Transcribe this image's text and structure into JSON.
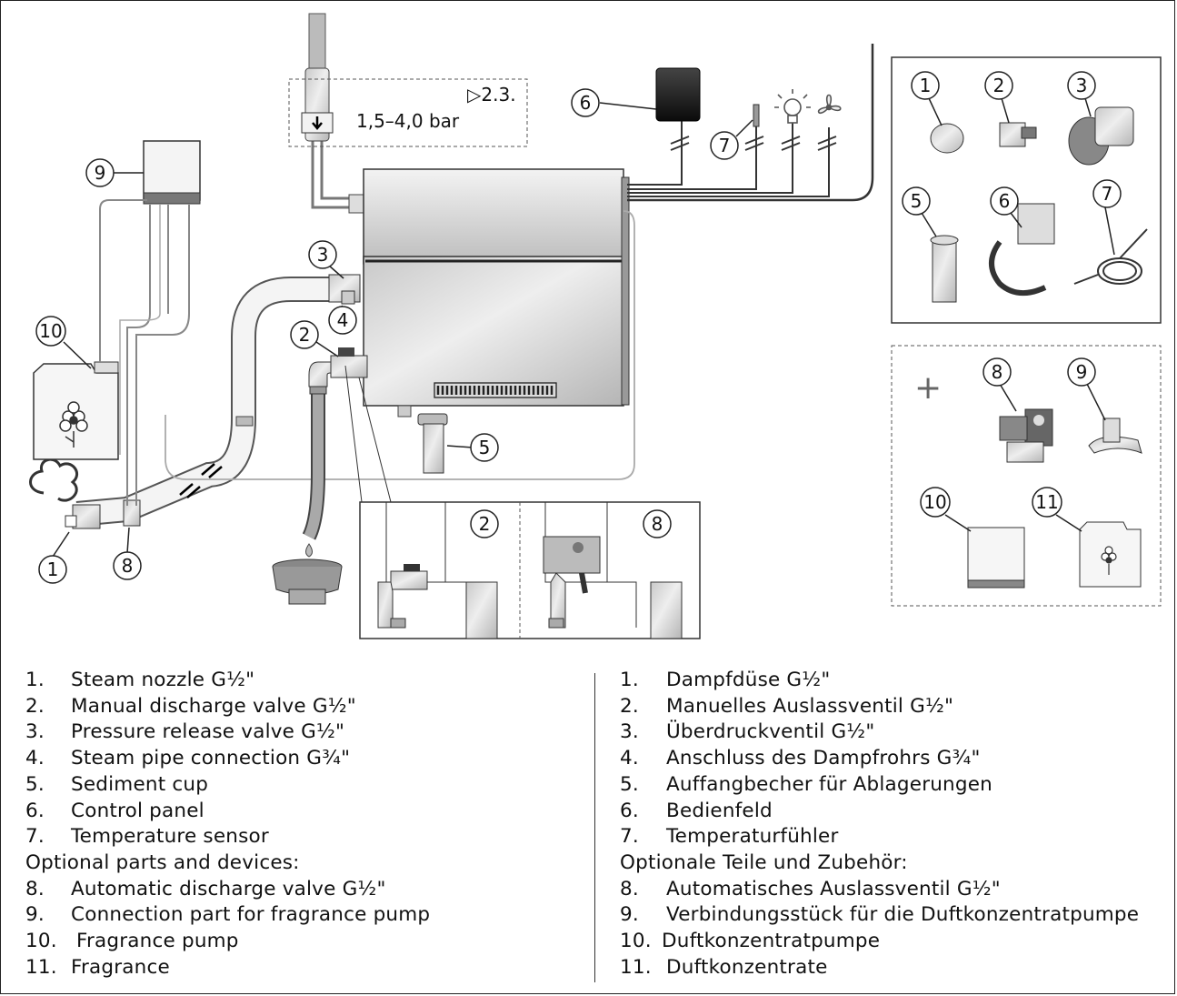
{
  "diagram": {
    "callouts": {
      "main_1": "1",
      "main_2": "2",
      "main_3": "3",
      "main_4": "4",
      "main_5": "5",
      "main_6": "6",
      "main_7": "7",
      "main_8": "8",
      "main_9": "9",
      "main_10": "10",
      "inset_2": "2",
      "inset_8": "8",
      "box_1": "1",
      "box_2": "2",
      "box_3": "3",
      "box_5": "5",
      "box_6": "6",
      "box_7": "7",
      "opt_8": "8",
      "opt_9": "9",
      "opt_10": "10",
      "opt_11": "11"
    },
    "section_ref": "2.3.",
    "pressure": "1,5–4,0 bar",
    "plus": "+"
  },
  "legend_en": {
    "items_main": [
      {
        "num": "1.",
        "text": "Steam nozzle G½\""
      },
      {
        "num": "2.",
        "text": "Manual discharge valve G½\""
      },
      {
        "num": "3.",
        "text": "Pressure release valve G½\""
      },
      {
        "num": "4.",
        "text": "Steam pipe connection G¾\""
      },
      {
        "num": "5.",
        "text": "Sediment cup"
      },
      {
        "num": "6.",
        "text": "Control panel"
      },
      {
        "num": "7.",
        "text": "Temperature sensor"
      }
    ],
    "optional_heading": "Optional parts and devices:",
    "items_optional": [
      {
        "num": "8.",
        "text": "Automatic discharge valve G½\""
      },
      {
        "num": "9.",
        "text": "Connection part for fragrance pump"
      },
      {
        "num": "10.",
        "text": "Fragrance pump"
      },
      {
        "num": "11.",
        "text": "Fragrance"
      }
    ]
  },
  "legend_de": {
    "items_main": [
      {
        "num": "1.",
        "text": "Dampfdüse G½\""
      },
      {
        "num": "2.",
        "text": "Manuelles Auslassventil G½\""
      },
      {
        "num": "3.",
        "text": "Überdruckventil G½\""
      },
      {
        "num": "4.",
        "text": "Anschluss des Dampfrohrs G¾\""
      },
      {
        "num": "5.",
        "text": "Auffangbecher für Ablagerungen"
      },
      {
        "num": "6.",
        "text": "Bedienfeld"
      },
      {
        "num": "7.",
        "text": "Temperaturfühler"
      }
    ],
    "optional_heading": "Optionale Teile und Zubehör:",
    "items_optional": [
      {
        "num": "8.",
        "text": "Automatisches Auslassventil G½\""
      },
      {
        "num": "9.",
        "text": "Verbindungsstück für die Duftkonzentratpumpe"
      },
      {
        "num": "10.",
        "text": "Duftkonzentratpumpe"
      },
      {
        "num": "11.",
        "text": "Duftkonzentrate"
      }
    ]
  }
}
